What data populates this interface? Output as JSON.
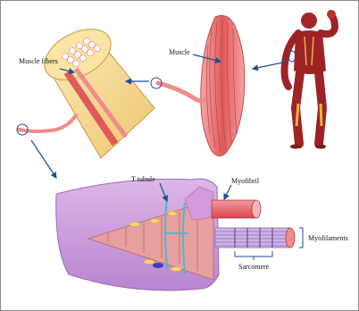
{
  "labels": {
    "muscle_fibers": "Muscle fibers",
    "muscle": "Muscle",
    "t_tubule": "T tubule",
    "myofibril": "Myofibril",
    "myofilaments": "Myofilaments",
    "sarcomere": "Sarcomere"
  },
  "colors": {
    "arrow": "#1f4e9c",
    "muscle_red": "#e05a5a",
    "fiber_cream": "#f6d889",
    "cell_purple": "#c99ad8",
    "tubule_teal": "#4fb9c6",
    "myofibril_red": "#e8585e",
    "myofilament_lilac": "#cdb4e6",
    "figure_red": "#a5262a"
  }
}
